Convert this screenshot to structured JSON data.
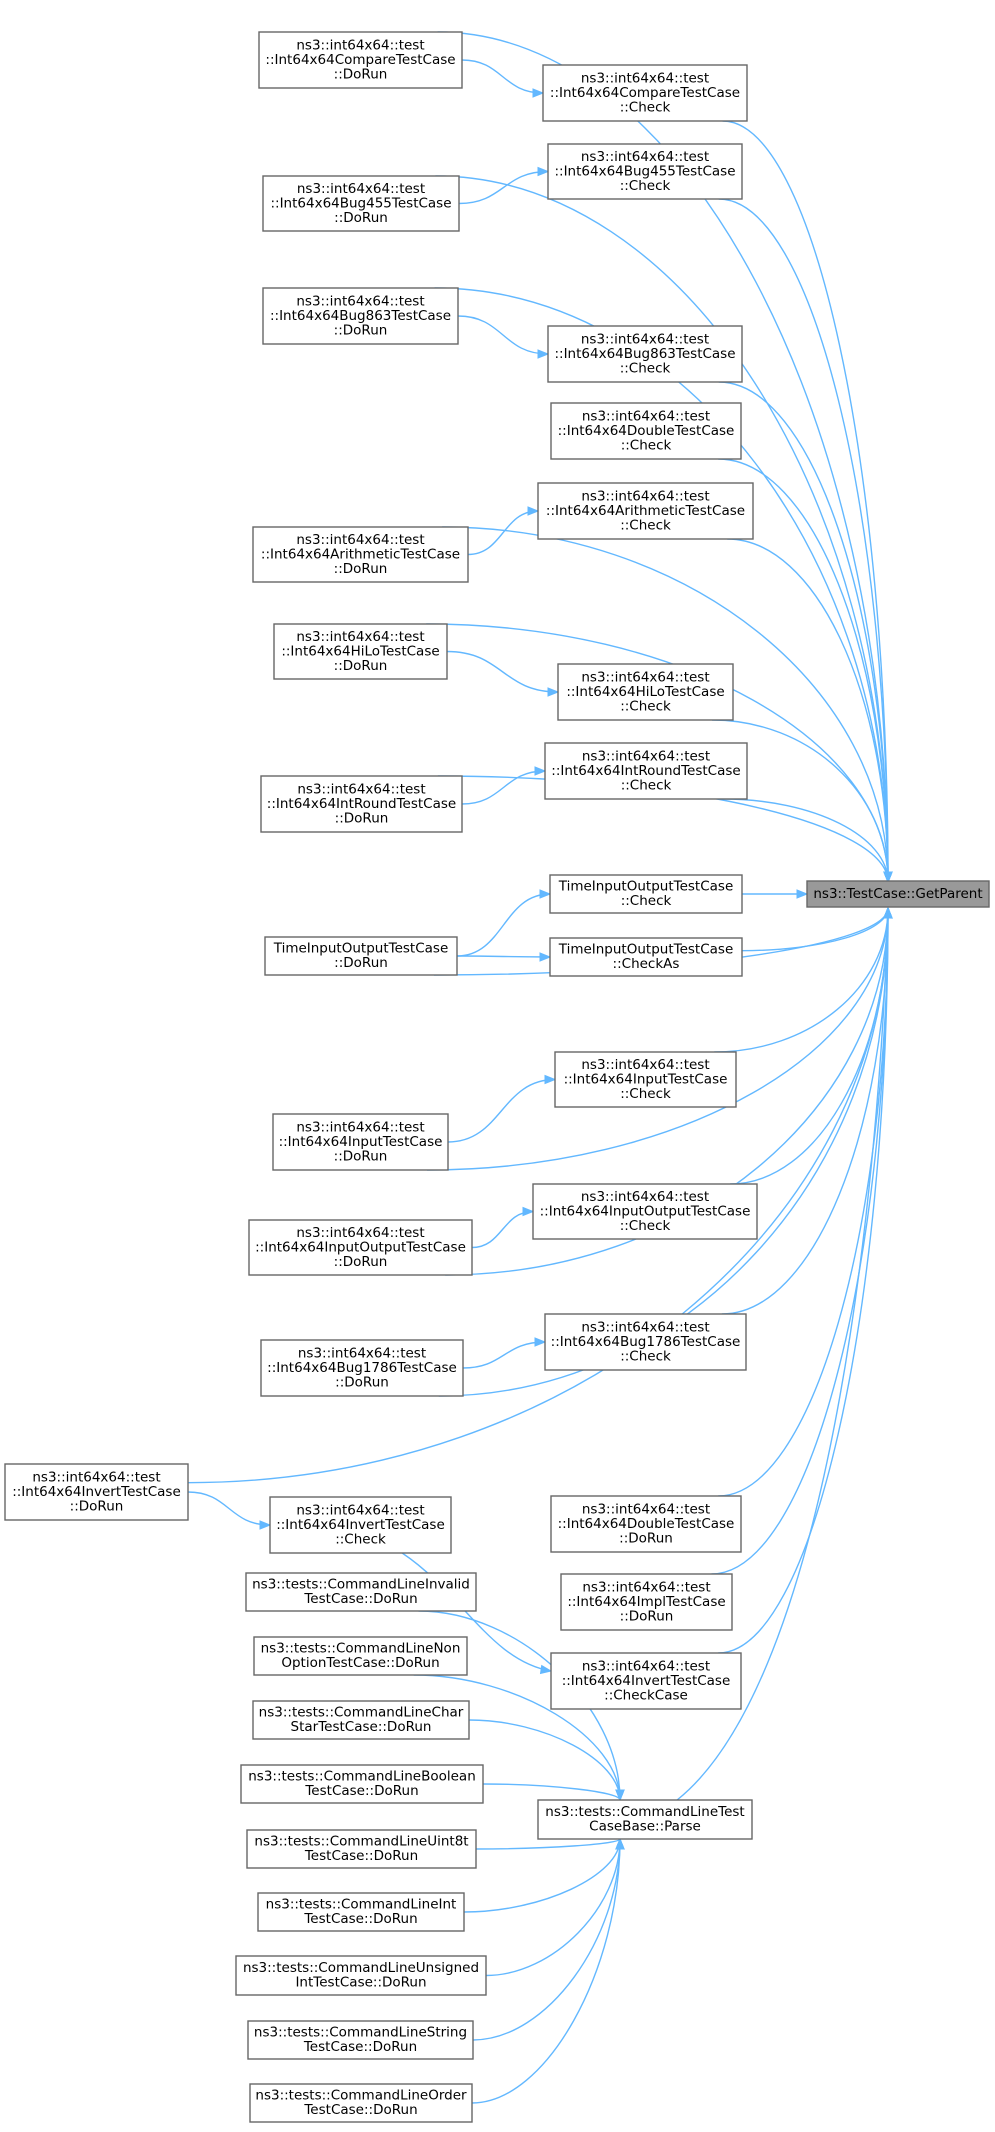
{
  "graph": {
    "title": "",
    "edge_color": "#63b8ff",
    "node_border_color": "#666666",
    "target_fill_color": "#999999",
    "nodes": [
      {
        "id": "getparent",
        "lines": [
          "ns3::TestCase::GetParent"
        ],
        "highlight": true
      },
      {
        "id": "cmp_dorun",
        "lines": [
          "ns3::int64x64::test",
          "::Int64x64CompareTestCase",
          "::DoRun"
        ]
      },
      {
        "id": "cmp_check",
        "lines": [
          "ns3::int64x64::test",
          "::Int64x64CompareTestCase",
          "::Check"
        ]
      },
      {
        "id": "b455_check",
        "lines": [
          "ns3::int64x64::test",
          "::Int64x64Bug455TestCase",
          "::Check"
        ]
      },
      {
        "id": "b455_dorun",
        "lines": [
          "ns3::int64x64::test",
          "::Int64x64Bug455TestCase",
          "::DoRun"
        ]
      },
      {
        "id": "b863_dorun",
        "lines": [
          "ns3::int64x64::test",
          "::Int64x64Bug863TestCase",
          "::DoRun"
        ]
      },
      {
        "id": "b863_check",
        "lines": [
          "ns3::int64x64::test",
          "::Int64x64Bug863TestCase",
          "::Check"
        ]
      },
      {
        "id": "dbl_check",
        "lines": [
          "ns3::int64x64::test",
          "::Int64x64DoubleTestCase",
          "::Check"
        ]
      },
      {
        "id": "arith_check",
        "lines": [
          "ns3::int64x64::test",
          "::Int64x64ArithmeticTestCase",
          "::Check"
        ]
      },
      {
        "id": "arith_dorun",
        "lines": [
          "ns3::int64x64::test",
          "::Int64x64ArithmeticTestCase",
          "::DoRun"
        ]
      },
      {
        "id": "hilo_dorun",
        "lines": [
          "ns3::int64x64::test",
          "::Int64x64HiLoTestCase",
          "::DoRun"
        ]
      },
      {
        "id": "hilo_check",
        "lines": [
          "ns3::int64x64::test",
          "::Int64x64HiLoTestCase",
          "::Check"
        ]
      },
      {
        "id": "iround_check",
        "lines": [
          "ns3::int64x64::test",
          "::Int64x64IntRoundTestCase",
          "::Check"
        ]
      },
      {
        "id": "iround_dorun",
        "lines": [
          "ns3::int64x64::test",
          "::Int64x64IntRoundTestCase",
          "::DoRun"
        ]
      },
      {
        "id": "tio_check",
        "lines": [
          "TimeInputOutputTestCase",
          "::Check"
        ]
      },
      {
        "id": "tio_dorun",
        "lines": [
          "TimeInputOutputTestCase",
          "::DoRun"
        ]
      },
      {
        "id": "tio_checkas",
        "lines": [
          "TimeInputOutputTestCase",
          "::CheckAs"
        ]
      },
      {
        "id": "in_check",
        "lines": [
          "ns3::int64x64::test",
          "::Int64x64InputTestCase",
          "::Check"
        ]
      },
      {
        "id": "in_dorun",
        "lines": [
          "ns3::int64x64::test",
          "::Int64x64InputTestCase",
          "::DoRun"
        ]
      },
      {
        "id": "io_check",
        "lines": [
          "ns3::int64x64::test",
          "::Int64x64InputOutputTestCase",
          "::Check"
        ]
      },
      {
        "id": "io_dorun",
        "lines": [
          "ns3::int64x64::test",
          "::Int64x64InputOutputTestCase",
          "::DoRun"
        ]
      },
      {
        "id": "b1786_check",
        "lines": [
          "ns3::int64x64::test",
          "::Int64x64Bug1786TestCase",
          "::Check"
        ]
      },
      {
        "id": "b1786_dorun",
        "lines": [
          "ns3::int64x64::test",
          "::Int64x64Bug1786TestCase",
          "::DoRun"
        ]
      },
      {
        "id": "inv_dorun",
        "lines": [
          "ns3::int64x64::test",
          "::Int64x64InvertTestCase",
          "::DoRun"
        ]
      },
      {
        "id": "inv_check",
        "lines": [
          "ns3::int64x64::test",
          "::Int64x64InvertTestCase",
          "::Check"
        ]
      },
      {
        "id": "dbl_dorun",
        "lines": [
          "ns3::int64x64::test",
          "::Int64x64DoubleTestCase",
          "::DoRun"
        ]
      },
      {
        "id": "impl_dorun",
        "lines": [
          "ns3::int64x64::test",
          "::Int64x64ImplTestCase",
          "::DoRun"
        ]
      },
      {
        "id": "inv_checkcase",
        "lines": [
          "ns3::int64x64::test",
          "::Int64x64InvertTestCase",
          "::CheckCase"
        ]
      },
      {
        "id": "cl_invalid",
        "lines": [
          "ns3::tests::CommandLineInvalid",
          "TestCase::DoRun"
        ]
      },
      {
        "id": "cl_nonopt",
        "lines": [
          "ns3::tests::CommandLineNon",
          "OptionTestCase::DoRun"
        ]
      },
      {
        "id": "cl_charstar",
        "lines": [
          "ns3::tests::CommandLineChar",
          "StarTestCase::DoRun"
        ]
      },
      {
        "id": "cl_parse",
        "lines": [
          "ns3::tests::CommandLineTest",
          "CaseBase::Parse"
        ]
      },
      {
        "id": "cl_bool",
        "lines": [
          "ns3::tests::CommandLineBoolean",
          "TestCase::DoRun"
        ]
      },
      {
        "id": "cl_uint8",
        "lines": [
          "ns3::tests::CommandLineUint8t",
          "TestCase::DoRun"
        ]
      },
      {
        "id": "cl_int",
        "lines": [
          "ns3::tests::CommandLineInt",
          "TestCase::DoRun"
        ]
      },
      {
        "id": "cl_unsigned",
        "lines": [
          "ns3::tests::CommandLineUnsigned",
          "IntTestCase::DoRun"
        ]
      },
      {
        "id": "cl_string",
        "lines": [
          "ns3::tests::CommandLineString",
          "TestCase::DoRun"
        ]
      },
      {
        "id": "cl_order",
        "lines": [
          "ns3::tests::CommandLineOrder",
          "TestCase::DoRun"
        ]
      }
    ],
    "edges": [
      [
        "cmp_dorun",
        "getparent"
      ],
      [
        "cmp_dorun",
        "cmp_check"
      ],
      [
        "cmp_check",
        "getparent"
      ],
      [
        "b455_check",
        "getparent"
      ],
      [
        "b455_dorun",
        "b455_check"
      ],
      [
        "b455_dorun",
        "getparent"
      ],
      [
        "b863_dorun",
        "getparent"
      ],
      [
        "b863_dorun",
        "b863_check"
      ],
      [
        "b863_check",
        "getparent"
      ],
      [
        "dbl_check",
        "getparent"
      ],
      [
        "arith_check",
        "getparent"
      ],
      [
        "arith_dorun",
        "arith_check"
      ],
      [
        "arith_dorun",
        "getparent"
      ],
      [
        "hilo_dorun",
        "getparent"
      ],
      [
        "hilo_dorun",
        "hilo_check"
      ],
      [
        "hilo_check",
        "getparent"
      ],
      [
        "iround_check",
        "getparent"
      ],
      [
        "iround_dorun",
        "iround_check"
      ],
      [
        "iround_dorun",
        "getparent"
      ],
      [
        "tio_check",
        "getparent"
      ],
      [
        "tio_dorun",
        "tio_check"
      ],
      [
        "tio_dorun",
        "tio_checkas"
      ],
      [
        "tio_checkas",
        "getparent"
      ],
      [
        "tio_dorun",
        "getparent"
      ],
      [
        "in_check",
        "getparent"
      ],
      [
        "in_dorun",
        "in_check"
      ],
      [
        "in_dorun",
        "getparent"
      ],
      [
        "io_check",
        "getparent"
      ],
      [
        "io_dorun",
        "io_check"
      ],
      [
        "io_dorun",
        "getparent"
      ],
      [
        "b1786_check",
        "getparent"
      ],
      [
        "b1786_dorun",
        "b1786_check"
      ],
      [
        "b1786_dorun",
        "getparent"
      ],
      [
        "inv_dorun",
        "getparent"
      ],
      [
        "inv_dorun",
        "inv_check"
      ],
      [
        "inv_check",
        "inv_checkcase"
      ],
      [
        "dbl_dorun",
        "getparent"
      ],
      [
        "impl_dorun",
        "getparent"
      ],
      [
        "inv_checkcase",
        "getparent"
      ],
      [
        "cl_parse",
        "getparent"
      ],
      [
        "cl_invalid",
        "cl_parse"
      ],
      [
        "cl_nonopt",
        "cl_parse"
      ],
      [
        "cl_charstar",
        "cl_parse"
      ],
      [
        "cl_bool",
        "cl_parse"
      ],
      [
        "cl_uint8",
        "cl_parse"
      ],
      [
        "cl_int",
        "cl_parse"
      ],
      [
        "cl_unsigned",
        "cl_parse"
      ],
      [
        "cl_string",
        "cl_parse"
      ],
      [
        "cl_order",
        "cl_parse"
      ]
    ]
  }
}
